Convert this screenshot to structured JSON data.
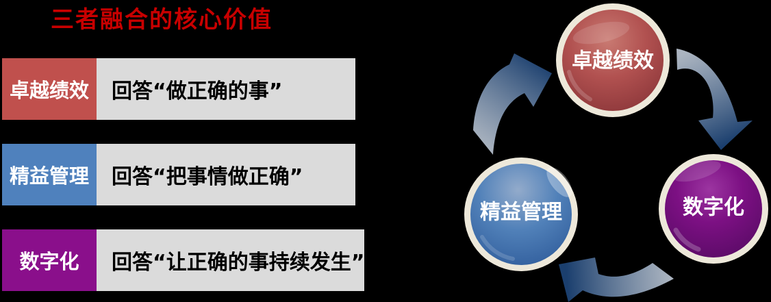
{
  "background": "#000000",
  "title": {
    "text": "三者融合的核心价值",
    "color": "#C80000"
  },
  "rows": [
    {
      "label": "卓越绩效",
      "label_bg": "#C0504D",
      "label_color": "#FFFFFF",
      "desc": "回答“做正确的事”",
      "desc_bg": "#DBDBDB",
      "desc_color": "#000000"
    },
    {
      "label": "精益管理",
      "label_bg": "#4F81BD",
      "label_color": "#FFFFFF",
      "desc": "回答“把事情做正确”",
      "desc_bg": "#DBDBDB",
      "desc_color": "#000000"
    },
    {
      "label": "数字化",
      "label_bg": "#8A0F8B",
      "label_color": "#FFFFFF",
      "desc": "回答“让正确的事持续发生”",
      "desc_bg": "#DBDBDB",
      "desc_color": "#000000"
    }
  ],
  "cycle": {
    "nodes": {
      "top": {
        "label": "卓越绩效",
        "color_light": "#C97A72",
        "color": "#B15150",
        "color_dark": "#8E383B"
      },
      "left": {
        "label": "精益管理",
        "color_light": "#93ABCB",
        "color": "#5181B9",
        "color_dark": "#33609E"
      },
      "right": {
        "label": "数字化",
        "color_light": "#9C35A1",
        "color": "#7C1083",
        "color_dark": "#5A0B66"
      }
    },
    "label_color": "#FFFFFF",
    "ring_color": "#EDE8DA",
    "arrow_light": "#C9D4E2",
    "arrow_dark": "#1B3F6E"
  }
}
